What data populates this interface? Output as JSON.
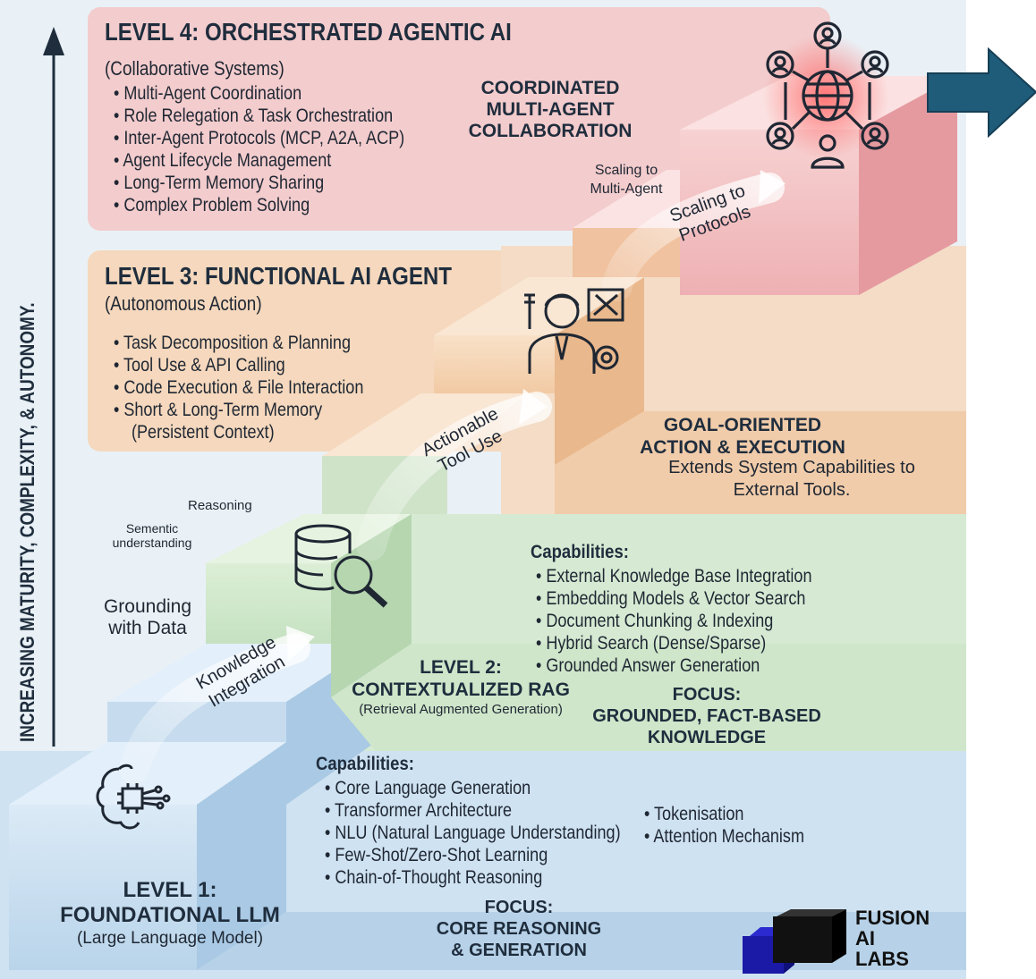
{
  "colors": {
    "level1": "#cfe3f2",
    "level2": "#d6ebd2",
    "level3": "#f7dcc3",
    "level4": "#f6d0cf",
    "arrow": "#1f5c7a",
    "brand_black": "#111111",
    "brand_blue": "#1a1aa6"
  },
  "axis": {
    "label": "INCREASING MATURITY, COMPLEXITY, &  AUTONOMY."
  },
  "level4": {
    "title": "LEVEL 4: ORCHESTRATED AGENTIC AI",
    "subtitle": "(Collaborative Systems)",
    "bullets": [
      "Multi-Agent Coordination",
      "Role Relegation & Task Orchestration",
      "Inter-Agent Protocols (MCP, A2A, ACP)",
      "Agent Lifecycle Management",
      "Long-Term Memory Sharing",
      "Complex Problem Solving"
    ],
    "focus": [
      "COORDINATED",
      "MULTI-AGENT",
      "COLLABORATION"
    ],
    "scaling_note": [
      "Scaling to",
      "Multi-Agent"
    ],
    "icon": "multi-agent-network-icon"
  },
  "level3": {
    "title": "LEVEL 3: FUNCTIONAL AI AGENT",
    "subtitle": "(Autonomous Action)",
    "bullets": [
      "Task Decomposition & Planning",
      "Tool Use & API Calling",
      "Code Execution & File Interaction",
      "Short & Long-Term Memory"
    ],
    "bullet_continuation": "(Persistent Context)",
    "focus": [
      "GOAL-ORIENTED",
      "ACTION & EXECUTION"
    ],
    "focus_desc": [
      "Extends System Capabilities to",
      "External Tools."
    ],
    "step_label": [
      "Scaling to",
      "Protocols"
    ],
    "icon": "agent-with-tools-icon"
  },
  "level2": {
    "title": [
      "LEVEL 2:",
      "CONTEXTUALIZED RAG"
    ],
    "subtitle": "(Retrieval Augmented Generation)",
    "capabilities_heading": "Capabilities:",
    "bullets": [
      "External Knowledge Base Integration",
      "Embedding Models & Vector Search",
      "Document Chunking & Indexing",
      "Hybrid Search (Dense/Sparse)",
      "Grounded Answer Generation"
    ],
    "focus": [
      "FOCUS:",
      "GROUNDED, FACT-BASED",
      "KNOWLEDGE"
    ],
    "step_label": [
      "Actionable",
      "Tool Use"
    ],
    "icon": "database-search-icon"
  },
  "level1": {
    "title": [
      "LEVEL 1:",
      "FOUNDATIONAL LLM"
    ],
    "subtitle": "(Large Language Model)",
    "capabilities_heading": "Capabilities:",
    "bullets": [
      "Core Language Generation",
      "Transformer Architecture",
      "NLU (Natural Language Understanding)",
      "Few-Shot/Zero-Shot Learning",
      "Chain-of-Thought Reasoning"
    ],
    "bullets_extra": [
      "Tokenisation",
      "Attention Mechanism"
    ],
    "focus": [
      "FOCUS:",
      "CORE REASONING",
      "& GENERATION"
    ],
    "step_label": [
      "Knowledge",
      "Integration"
    ],
    "icon": "brain-chip-icon"
  },
  "side_labels": {
    "reasoning": "Reasoning",
    "semantic": [
      "Sementic",
      "understanding"
    ],
    "grounding": [
      "Grounding",
      "with Data"
    ]
  },
  "brand": {
    "lines": [
      "FUSION",
      "AI",
      "LABS"
    ]
  }
}
